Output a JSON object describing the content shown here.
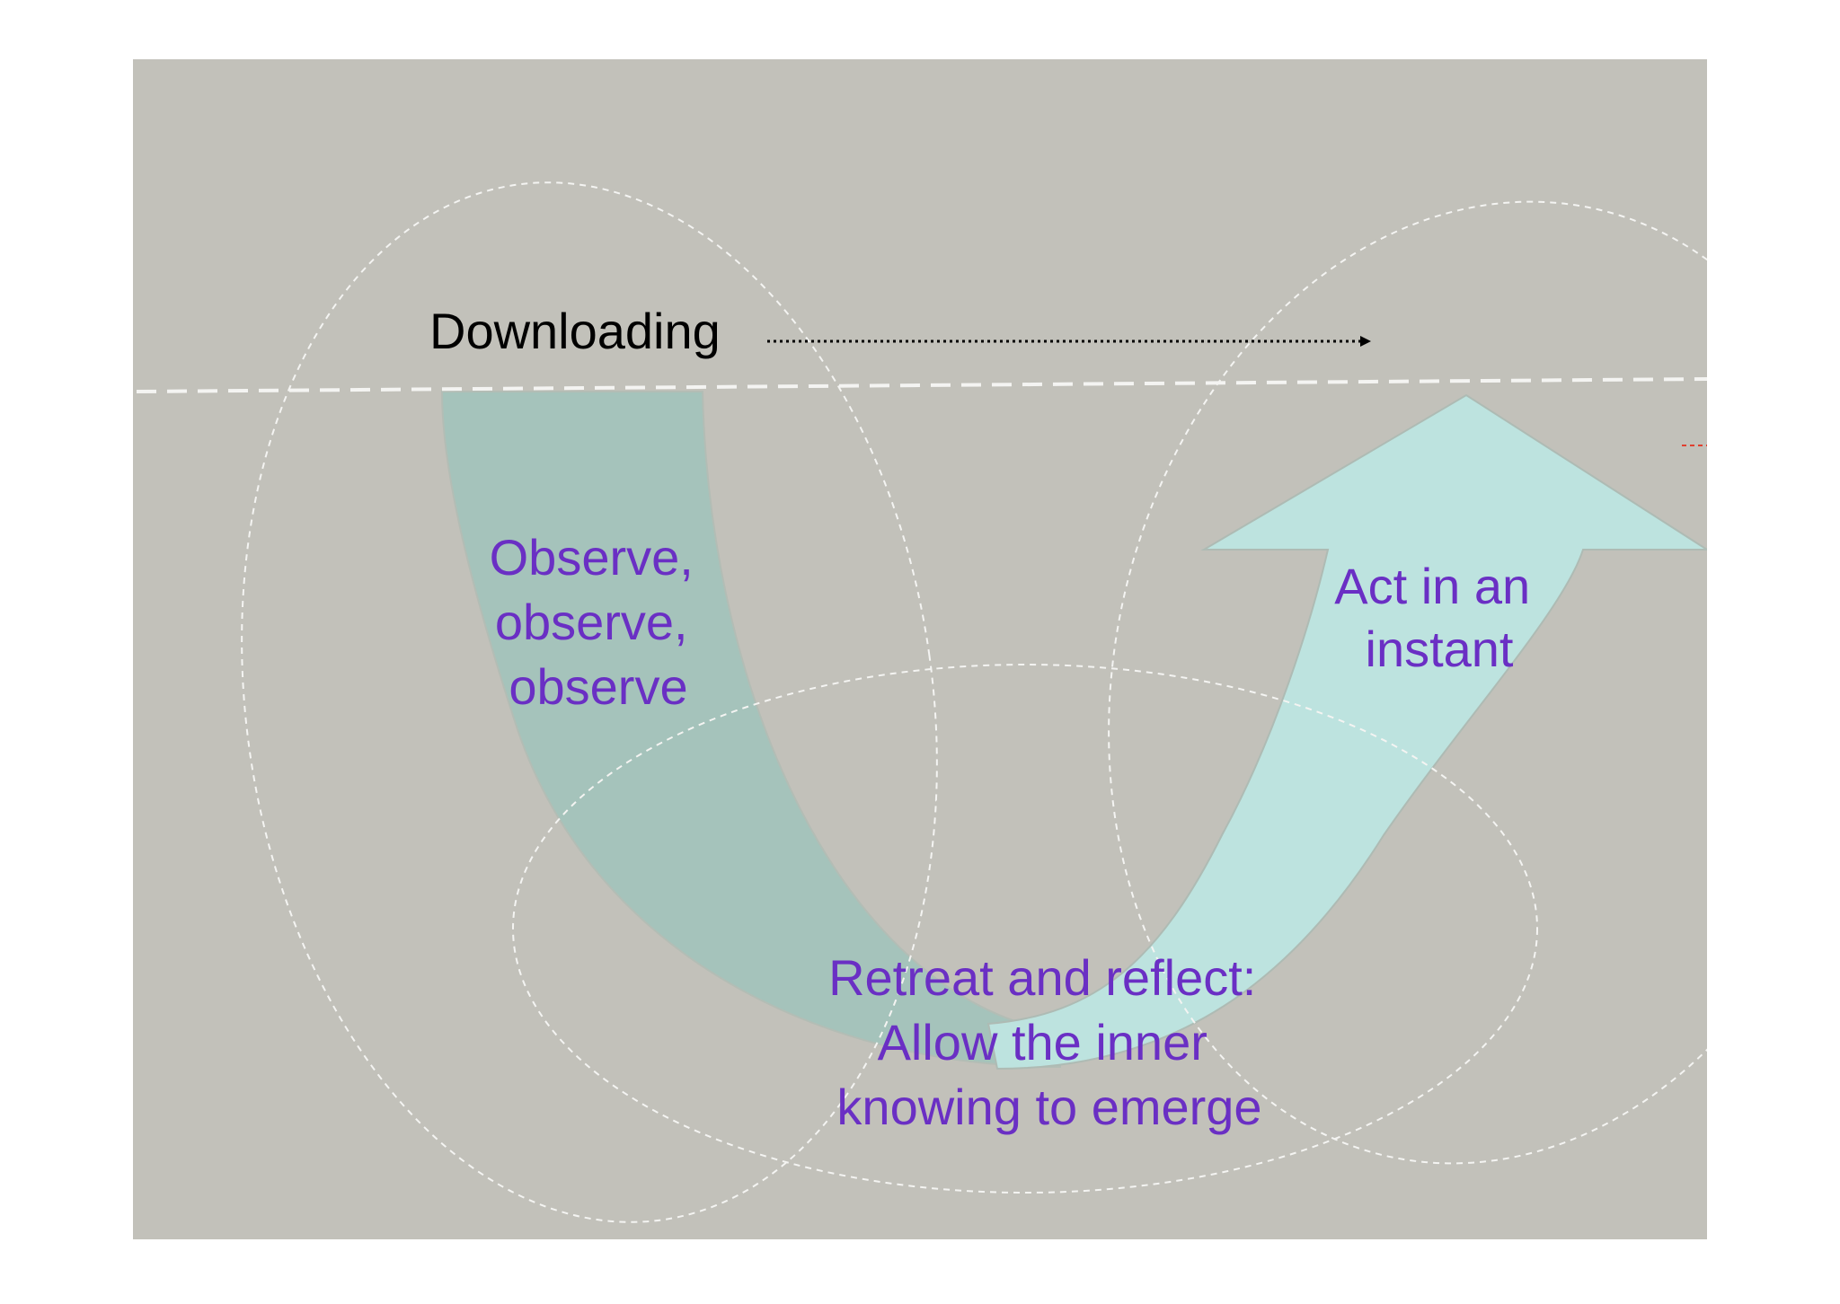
{
  "slide": {
    "background_color": "#c2c1ba",
    "page_color": "#ffffff"
  },
  "labels": {
    "downloading": "Downloading",
    "observe_lines": [
      "Observe,",
      "observe,",
      "observe"
    ],
    "act_lines": [
      "Act in an",
      "instant"
    ],
    "retreat_lines": [
      "Retreat and reflect:",
      "Allow the inner",
      "knowing to emerge"
    ]
  },
  "colors": {
    "label_purple": "#6a2fc4",
    "downloading_text": "#000000",
    "down_band": "#a5c3bb",
    "up_arrow": "#bde3df",
    "dashed_ellipse": "#f4f4f2",
    "divider_line": "#f4f4f2",
    "red_marker": "#e04030"
  }
}
